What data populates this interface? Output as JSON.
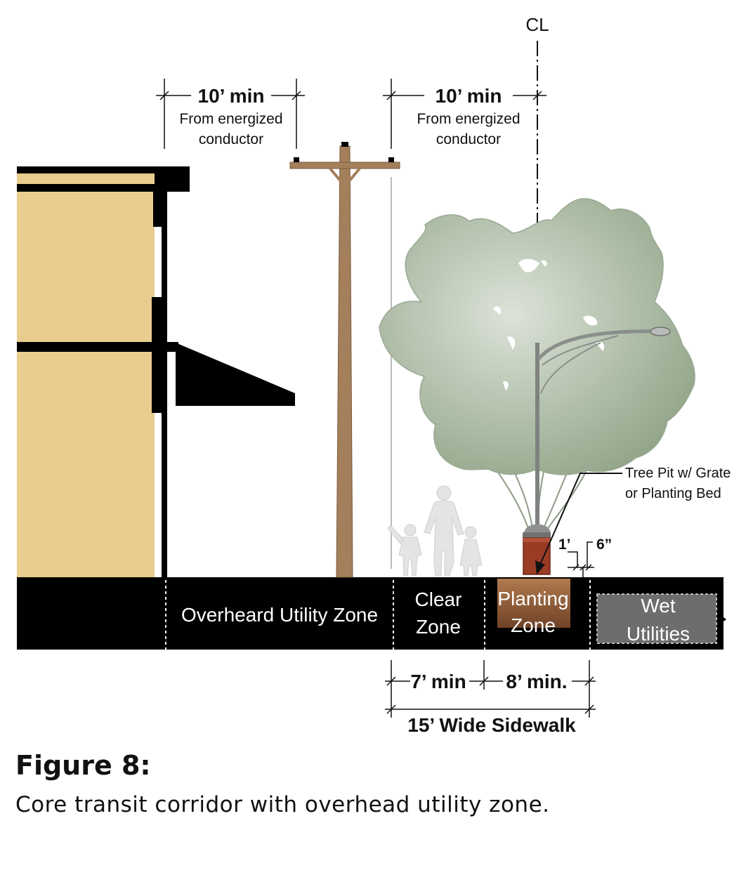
{
  "centerline": {
    "label": "CL"
  },
  "dimensions_top": [
    {
      "value": "10’ min",
      "note_line1": "From energized",
      "note_line2": "conductor"
    },
    {
      "value": "10’ min",
      "note_line1": "From energized",
      "note_line2": "conductor"
    }
  ],
  "callout": {
    "line1": "Tree Pit w/ Grate",
    "line2": "or Planting Bed"
  },
  "small_dims": {
    "one_foot": "1’",
    "six_inch": "6”"
  },
  "zones": {
    "overhead": "Overheard Utility Zone",
    "clear_line1": "Clear",
    "clear_line2": "Zone",
    "planting_line1": "Planting",
    "planting_line2": "Zone",
    "wet_line1": "Wet",
    "wet_line2": "Utilities"
  },
  "dimensions_bottom": {
    "clear": "7’ min",
    "planting": "8’ min.",
    "sidewalk": "15’ Wide Sidewalk"
  },
  "figure": {
    "title": "Figure 8:",
    "caption": "Core transit corridor with overhead utility zone."
  },
  "colors": {
    "building": "#e8cd8e",
    "ground": "#000000",
    "pole": "#a47f5b",
    "tree": "#aebba5",
    "planter": "#9a3b26",
    "planting_zone": "#8c5a3b",
    "wet_utilities": "#6d6d6d"
  }
}
